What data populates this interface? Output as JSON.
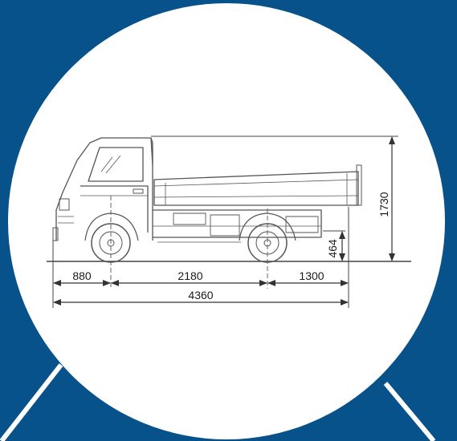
{
  "colors": {
    "background": "#08528c",
    "circle": "#ffffff",
    "lines": "#555555",
    "accent_lines": "#ffffff"
  },
  "dimensions": {
    "front_overhang": "880",
    "wheelbase": "2180",
    "rear_overhang": "1300",
    "overall_length": "4360",
    "overall_height": "1730",
    "bed_height": "464"
  }
}
